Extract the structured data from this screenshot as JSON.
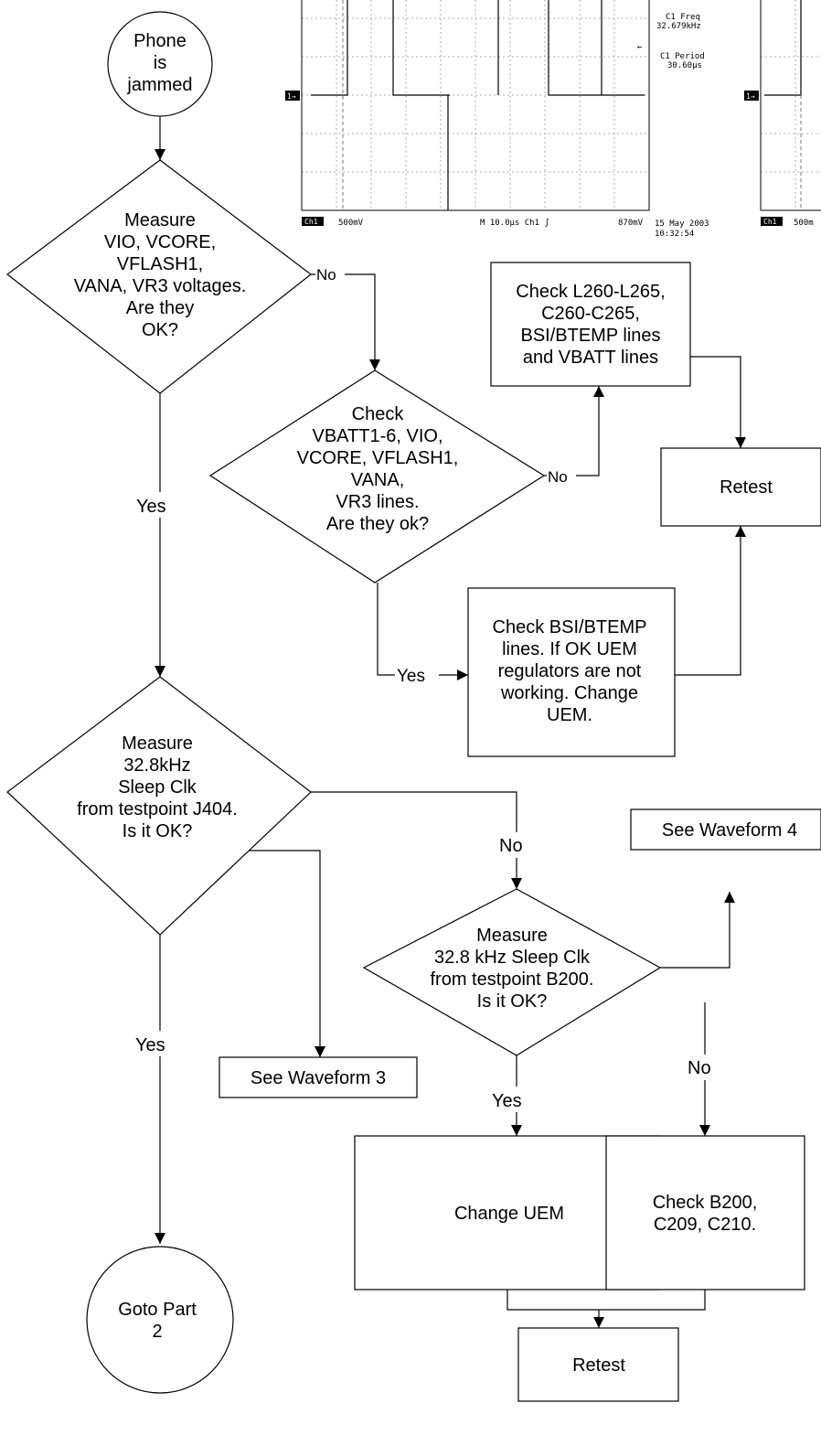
{
  "scope_left": {
    "freq_label": "C1 Freq",
    "freq_value": "32.679kHz",
    "period_label": "C1 Period",
    "period_value": "30.60µs",
    "ch_label": "Ch1",
    "volts": "500mV",
    "timebase": "M 10.0µs  Ch1 ʃ",
    "trigger_level": "870mV",
    "date": "15 May 2003",
    "time": "10:32:54",
    "marker": "1→"
  },
  "scope_right": {
    "ch_label": "Ch1",
    "volts": "500m",
    "marker": "1→"
  },
  "nodes": {
    "start": [
      "Phone",
      "is",
      "jammed"
    ],
    "d_voltages": [
      "Measure",
      "VIO, VCORE,",
      "VFLASH1,",
      "VANA, VR3 voltages.",
      "Are they",
      "OK?"
    ],
    "d_lines": [
      "Check",
      "VBATT1-6, VIO,",
      "VCORE, VFLASH1,",
      "VANA,",
      "VR3 lines.",
      "Are they ok?"
    ],
    "b_check_l260": [
      "Check L260-L265,",
      "C260-C265,",
      "BSI/BTEMP lines",
      "and VBATT lines"
    ],
    "b_retest_top": [
      "Retest"
    ],
    "b_check_bsi": [
      "Check BSI/BTEMP",
      "lines. If OK UEM",
      "regulators are not",
      "working. Change",
      "UEM."
    ],
    "d_sleepclk_j404": [
      "Measure",
      "32.8kHz",
      "Sleep Clk",
      "from testpoint J404.",
      "Is it OK?"
    ],
    "b_waveform4": [
      "See Waveform 4"
    ],
    "d_sleepclk_b200": [
      "Measure",
      "32.8 kHz Sleep Clk",
      "from testpoint B200.",
      "Is it OK?"
    ],
    "b_waveform3": [
      "See Waveform 3"
    ],
    "b_change_uem": [
      "Change UEM"
    ],
    "b_check_b200": [
      "Check B200,",
      "C209, C210."
    ],
    "b_retest_bottom": [
      "Retest"
    ],
    "end": [
      "Goto Part",
      "2"
    ]
  },
  "edge_labels": {
    "voltages_no": "No",
    "voltages_yes": "Yes",
    "lines_no": "No",
    "lines_yes": "Yes",
    "j404_no": "No",
    "j404_yes": "Yes",
    "b200_no": "No",
    "b200_yes": "Yes"
  }
}
